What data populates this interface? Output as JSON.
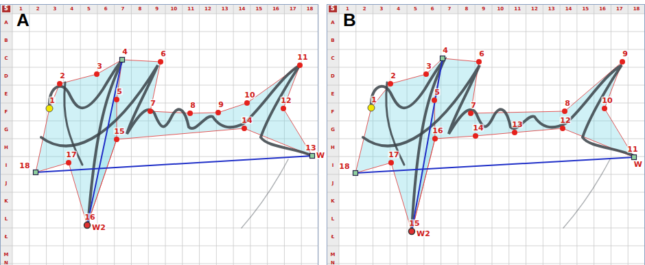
{
  "diagram": {
    "labels": [
      "A",
      "S",
      "1",
      "2",
      "3",
      "4",
      "5",
      "6",
      "7",
      "8",
      "9",
      "10",
      "11",
      "12",
      "13",
      "14",
      "15",
      "16",
      "17",
      "18",
      "A",
      "B",
      "C",
      "D",
      "E",
      "F",
      "G",
      "H",
      "I",
      "J",
      "K",
      "L",
      "Ł",
      "M",
      "N",
      "1",
      "2",
      "3",
      "4",
      "5",
      "6",
      "7",
      "8",
      "9",
      "10",
      "11",
      "12",
      "13",
      "14",
      "15",
      "16",
      "17",
      "18",
      "W2",
      "W",
      "B",
      "S",
      "1",
      "2",
      "3",
      "4",
      "5",
      "6",
      "7",
      "8",
      "9",
      "10",
      "11",
      "12",
      "13",
      "14",
      "15",
      "16",
      "17",
      "18",
      "A",
      "B",
      "C",
      "D",
      "E",
      "F",
      "G",
      "H",
      "I",
      "J",
      "K",
      "L",
      "Ł",
      "M",
      "N",
      "1",
      "2",
      "3",
      "4",
      "5",
      "6",
      "7",
      "8",
      "9",
      "10",
      "11",
      "12",
      "13",
      "14",
      "15",
      "16",
      "17",
      "18",
      "W2",
      "W"
    ]
  }
}
